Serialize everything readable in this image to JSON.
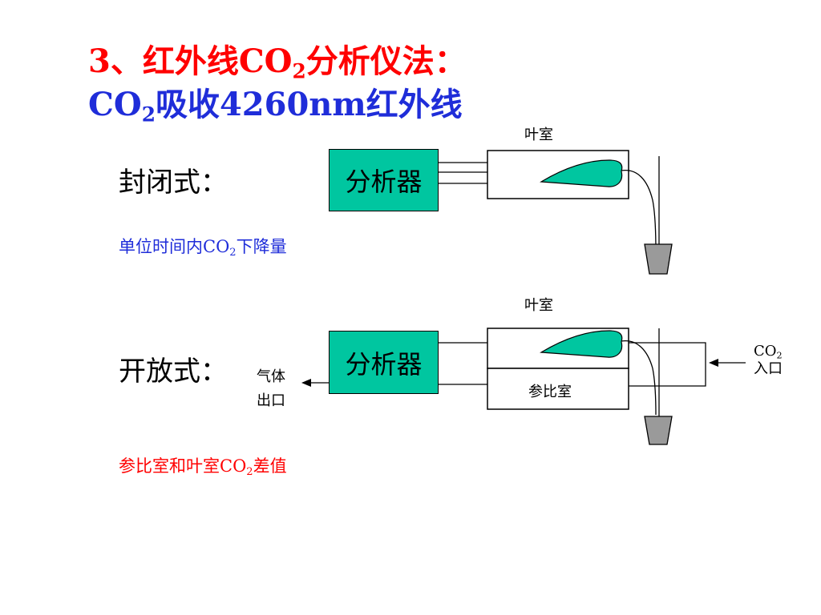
{
  "title": {
    "line1_prefix": "3、红外线CO",
    "line1_sub": "2",
    "line1_suffix": "分析仪法：",
    "line2_prefix": "CO",
    "line2_sub": "2",
    "line2_suffix": "吸收4260nm红外线"
  },
  "closed": {
    "heading": "封闭式：",
    "analyzer_label": "分析器",
    "chamber_label": "叶室",
    "note_prefix": "单位时间内CO",
    "note_sub": "2",
    "note_suffix": "下降量"
  },
  "open": {
    "heading": "开放式：",
    "analyzer_label": "分析器",
    "chamber_label": "叶室",
    "reference_label": "参比室",
    "outlet_line1": "气体",
    "outlet_line2": "出口",
    "inlet_prefix": "CO",
    "inlet_sub": "2",
    "inlet_line2": "入口",
    "note_prefix": "参比室和叶室CO",
    "note_sub": "2",
    "note_suffix": "差值"
  },
  "colors": {
    "title_red": "#ff0000",
    "title_blue": "#1f2dd9",
    "note_blue": "#1f2dd9",
    "note_red": "#ff0000",
    "analyzer_fill": "#00c6a0",
    "leaf_fill": "#00c6a0",
    "pot_fill": "#9a9a9a"
  }
}
